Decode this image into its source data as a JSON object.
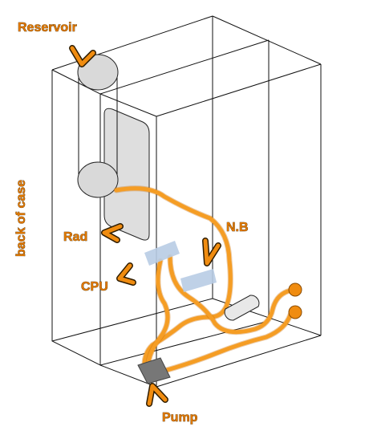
{
  "labels": {
    "reservoir": "Reservoir",
    "rad": "Rad",
    "nb": "N.B",
    "cpu": "CPU",
    "pump": "Pump",
    "back_of_case": "back of case"
  },
  "colors": {
    "tube": "#f59d24",
    "label_text": "#e07800",
    "component_fill": "#dddddd",
    "block_fill": "#b8cce4",
    "pump_fill": "#777777",
    "port_fill": "#f08c10"
  }
}
